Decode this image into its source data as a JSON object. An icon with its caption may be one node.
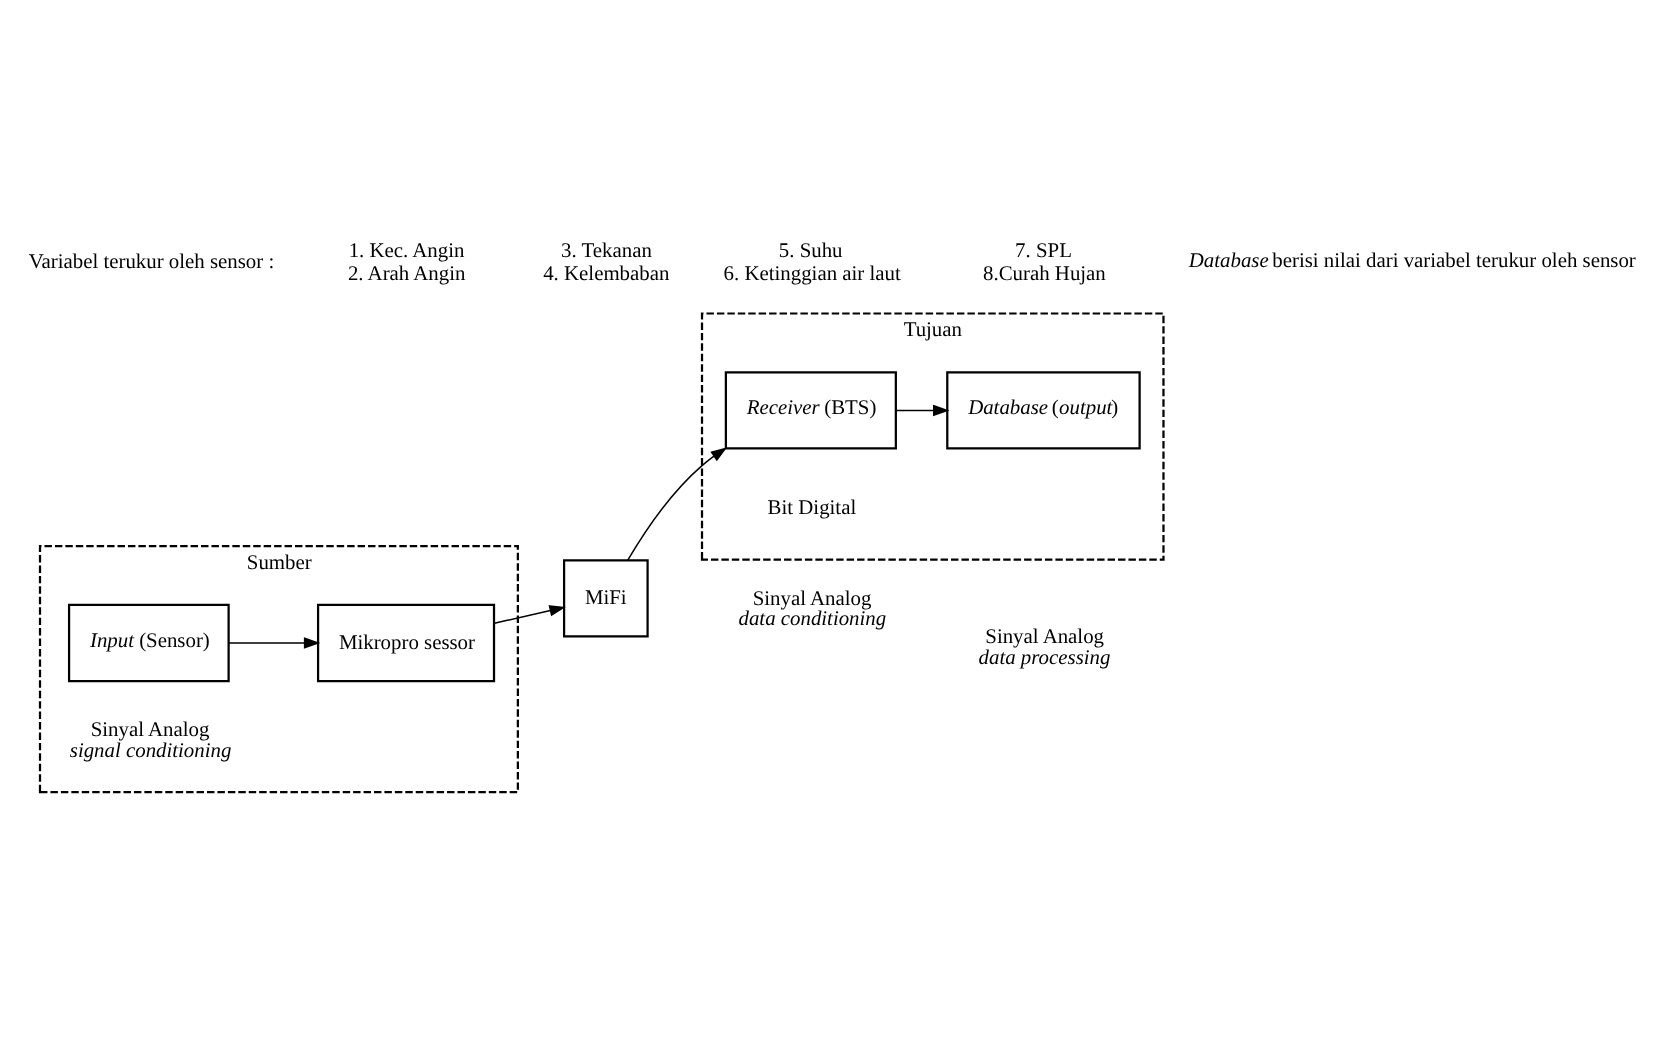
{
  "diagram": {
    "nodes": [
      {
        "text": [
          "Sumber"
        ]
      },
      {
        "text": [
          "*Input* (Sensor)"
        ],
        "in": 0
      },
      {
        "text": [
          "Mikropro sessor"
        ],
        "in": 0
      },
      {
        "text": [
          "MiFi"
        ]
      },
      {
        "text": [
          "Tujuan"
        ]
      },
      {
        "text": [
          "*Receiver* (BTS)"
        ],
        "in": 4
      },
      {
        "text": [
          "*Database* (*output*)"
        ],
        "in": 4
      }
    ],
    "edges": [
      {
        "from": 1,
        "to": 2,
        "arrow": "to"
      },
      {
        "from": 2,
        "to": 3,
        "arrow": "to"
      },
      {
        "from": 3,
        "to": 5,
        "arrow": "to"
      },
      {
        "from": 5,
        "to": 6,
        "arrow": "to"
      }
    ],
    "labels": [
      "Sinyal Analog",
      "*signal conditioning*",
      "Sinyal Analog",
      "*data conditioning*",
      "Bit Digital",
      "Sinyal Analog",
      "*data processing*",
      "Variabel terukur oleh sensor :",
      "1. Kec. Angin",
      "2. Arah Angin",
      "3. Tekanan",
      "4. Kelembaban",
      "5. Suhu",
      "6. Ketinggian air laut",
      "7. SPL",
      "8.Curah Hujan",
      "*Database* berisi nilai dari variabel terukur oleh sensor"
    ]
  }
}
